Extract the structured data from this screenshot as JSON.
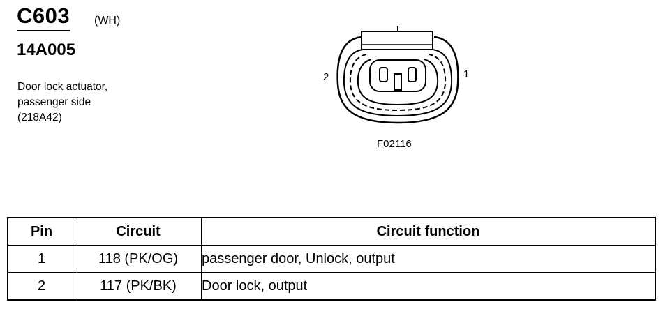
{
  "connector": {
    "id": "C603",
    "color": "(WH)",
    "part_number": "14A005",
    "description": [
      "Door lock actuator,",
      "passenger side",
      "(218A42)"
    ]
  },
  "diagram": {
    "pin_left_label": "2",
    "pin_right_label": "1",
    "figure_id": "F02116"
  },
  "table": {
    "headers": {
      "pin": "Pin",
      "circuit": "Circuit",
      "function": "Circuit function"
    },
    "rows": [
      {
        "pin": "1",
        "circuit": "118 (PK/OG)",
        "function": "passenger door, Unlock, output"
      },
      {
        "pin": "2",
        "circuit": "117 (PK/BK)",
        "function": "Door lock, output"
      }
    ]
  }
}
